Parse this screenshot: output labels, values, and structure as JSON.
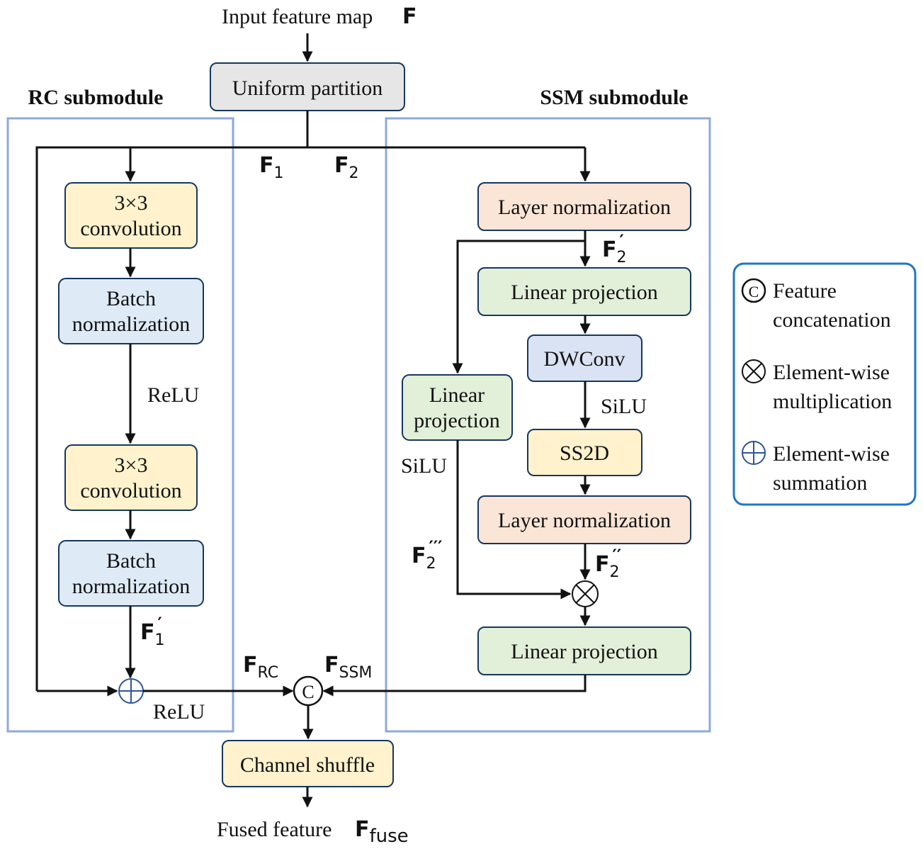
{
  "input_label": "Input feature map",
  "input_symbol": "F",
  "output_label": "Fused feature",
  "output_symbol": "F",
  "output_symbol_sub": "fuse",
  "rc": {
    "title": "RC submodule",
    "conv1_line1": "3×3",
    "conv1_line2": "convolution",
    "bn1_line1": "Batch",
    "bn1_line2": "normalization",
    "relu_mid": "ReLU",
    "conv2_line1": "3×3",
    "conv2_line2": "convolution",
    "bn2_line1": "Batch",
    "bn2_line2": "normalization",
    "relu_out": "ReLU"
  },
  "ssm": {
    "title": "SSM submodule",
    "ln1": "Layer normalization",
    "lp1": "Linear projection",
    "dwconv": "DWConv",
    "silu1": "SiLU",
    "ss2d": "SS2D",
    "ln2": "Layer normalization",
    "lp_side_line1": "Linear",
    "lp_side_line2": "projection",
    "silu2": "SiLU",
    "lp_out": "Linear projection"
  },
  "uniform_partition": "Uniform partition",
  "channel_shuffle": "Channel shuffle",
  "concat_symbol": "C",
  "symbols": {
    "f1_base": "F",
    "f1_sub": "1",
    "f2_base": "F",
    "f2_sub": "2",
    "f1p_base": "F",
    "f1p_sub": "1",
    "f1p_prime": "′",
    "f2p_base": "F",
    "f2p_sub": "2",
    "f2p_prime": "′",
    "f2pp_base": "F",
    "f2pp_sub": "2",
    "f2pp_prime": "′′",
    "f2ppp_base": "F",
    "f2ppp_sub": "2",
    "f2ppp_prime": "′′′",
    "frc_base": "F",
    "frc_sub": "RC",
    "fssm_base": "F",
    "fssm_sub": "SSM"
  },
  "legend": {
    "concat_line1": "Feature",
    "concat_line2": "concatenation",
    "mult_line1": "Element-wise",
    "mult_line2": "multiplication",
    "sum_line1": "Element-wise",
    "sum_line2": "summation"
  },
  "colors": {
    "submodule_border": "#8eaadb",
    "legend_border": "#1f77c4",
    "gray_box": "#e7e6e6",
    "yellow_box": "#fff2cc",
    "blue_box": "#deebf7",
    "pink_box": "#fbe5d6",
    "green_box": "#e2f0d9",
    "purple_box": "#dae3f3",
    "plus_circle": "#2f5597"
  }
}
